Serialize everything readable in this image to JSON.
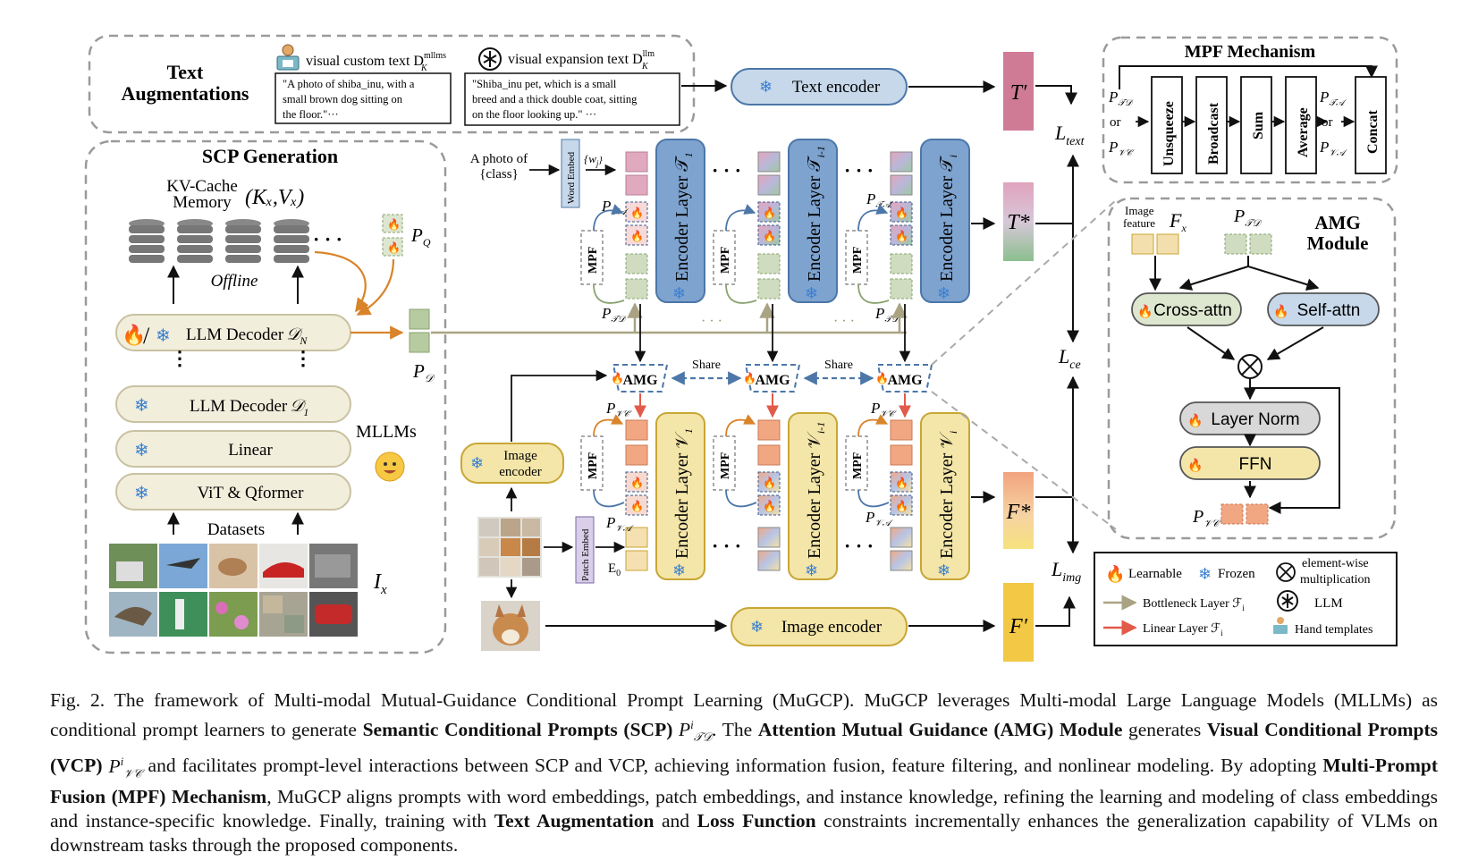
{
  "text_aug": {
    "title_line1": "Text",
    "title_line2": "Augmentations",
    "visual_custom": "visual custom text D",
    "visual_custom_sup": "mllms",
    "visual_custom_sub": "K",
    "visual_expansion": "visual expansion text D",
    "visual_expansion_sup": "llm",
    "visual_expansion_sub": "K",
    "box1_l1": "\"A photo of shiba_inu, with a",
    "box1_l2": "small brown dog sitting on",
    "box1_l3": "the floor.\"···",
    "box2_l1": "\"Shiba_inu pet, which is a small",
    "box2_l2": "breed and a thick double coat, sitting",
    "box2_l3": "on the floor looking up.\" ···",
    "text_encoder": "Text encoder"
  },
  "scp": {
    "title": "SCP Generation",
    "kv_l1": "KV-Cache",
    "kv_l2": "Memory",
    "kv_formula": "(Kₓ,Vₓ)",
    "offline": "Offline",
    "pq": "P",
    "pq_sub": "Q",
    "llm_decoder_n": "LLM Decoder",
    "llm_decoder_n_sym": "𝒟",
    "llm_decoder_n_sub": "N",
    "llm_decoder_1": "LLM Decoder",
    "llm_decoder_1_sym": "𝒟",
    "llm_decoder_1_sub": "1",
    "linear": "Linear",
    "vit": "ViT & Qformer",
    "mllms": "MLLMs",
    "datasets": "Datasets",
    "ix": "I",
    "ix_sub": "x",
    "pd": "P",
    "pd_sub": "𝒟"
  },
  "text_branch": {
    "photo_l1": "A photo of",
    "photo_l2": "{class}",
    "word_embed": "Word Embed",
    "w_set": "{w",
    "encoder_1": "Encoder Layer 𝒯",
    "encoder_1_sub": "1",
    "encoder_i1": "Encoder Layer 𝒯",
    "encoder_i1_sub": "i-1",
    "encoder_i": "Encoder Layer 𝒯",
    "encoder_i_sub": "i",
    "mpf": "MPF",
    "pta": "P",
    "ptd": "P",
    "dots": "· · ·",
    "t_prime": "T′",
    "t_star": "T*",
    "l_text": "L",
    "l_text_sub": "text",
    "l_ce": "L",
    "l_ce_sub": "ce",
    "l_img": "L",
    "l_img_sub": "img"
  },
  "vision_branch": {
    "amg": "AMG",
    "share": "Share",
    "image_encoder_l1": "Image",
    "image_encoder_l2": "encoder",
    "patch_embed": "Patch Embed",
    "e0": "E",
    "e0_sub": "0",
    "encoder_1": "Encoder Layer 𝒱",
    "encoder_1_sub": "1",
    "encoder_i1": "Encoder Layer 𝒱",
    "encoder_i1_sub": "i-1",
    "encoder_i": "Encoder Layer 𝒱",
    "encoder_i_sub": "i",
    "pvc": "P",
    "pva": "P",
    "image_encoder": "Image encoder",
    "f_prime": "F′",
    "f_star": "F*"
  },
  "mpf_panel": {
    "title": "MPF Mechanism",
    "or": "or",
    "ops": [
      "Unsqueeze",
      "Broadcast",
      "Sum",
      "Average",
      "Concat"
    ]
  },
  "amg_panel": {
    "title_l1": "AMG",
    "title_l2": "Module",
    "img_feat_l1": "Image",
    "img_feat_l2": "feature",
    "fx": "F",
    "fx_sub": "x",
    "cross_attn": "Cross-attn",
    "self_attn": "Self-attn",
    "layer_norm": "Layer Norm",
    "ffn": "FFN"
  },
  "legend": {
    "learnable": "Learnable",
    "frozen": "Frozen",
    "elementwise_l1": "element-wise",
    "elementwise_l2": "multiplication",
    "bottleneck": "Bottleneck Layer ℱ",
    "llm": "LLM",
    "linear": "Linear Layer ℱ",
    "hand": "Hand templates"
  },
  "caption": {
    "p1": "Fig. 2.  The framework of Multi-modal Mutual-Guidance Conditional Prompt Learning (MuGCP). MuGCP leverages Multi-modal Large Language Models (MLLMs) as conditional prompt learners to generate ",
    "b1": "Semantic Conditional Prompts (SCP)",
    "p2": ". The ",
    "b2": "Attention Mutual Guidance (AMG) Module",
    "p3": " generates ",
    "b3": "Visual Conditional Prompts (VCP)",
    "p4": " and facilitates prompt-level interactions between SCP and VCP, achieving information fusion, feature filtering, and nonlinear modeling. By adopting ",
    "b4": "Multi-Prompt Fusion (MPF) Mechanism",
    "p5": ", MuGCP aligns prompts with word embeddings, patch embeddings, and instance knowledge, refining the learning and modeling of class embeddings and instance-specific knowledge. Finally, training with ",
    "b5": "Text Augmentation",
    "p6": " and ",
    "b6": "Loss Function",
    "p7": " constraints incrementally enhances the generalization capability of VLMs on downstream tasks through the proposed components."
  },
  "colors": {
    "blue_fill": "#c7d8ea",
    "blue_stroke": "#4c77a8",
    "yellow_fill": "#f4e6a9",
    "yellow_stroke": "#c8a635",
    "pink": "#cf7b95",
    "orange": "#d9842a",
    "green_token": "#b7cba0",
    "salmon_token": "#f2a783"
  }
}
